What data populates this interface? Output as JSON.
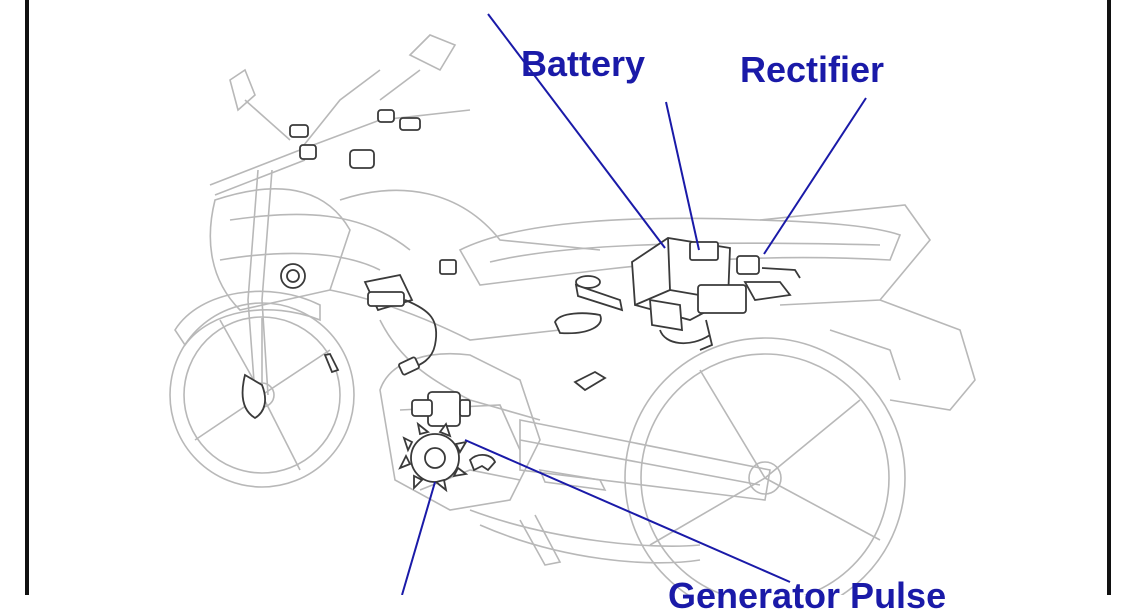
{
  "diagram": {
    "labels": {
      "top_cut": "",
      "battery": "Battery",
      "rectifier": "Rectifier",
      "generator_pulse": "Generator Pulse"
    },
    "colors": {
      "label": "#1a1aa8",
      "leader": "#1a1aa8",
      "sketch": "#b8b8b8",
      "parts": "#3a3a3a",
      "frame": "#111111"
    }
  }
}
